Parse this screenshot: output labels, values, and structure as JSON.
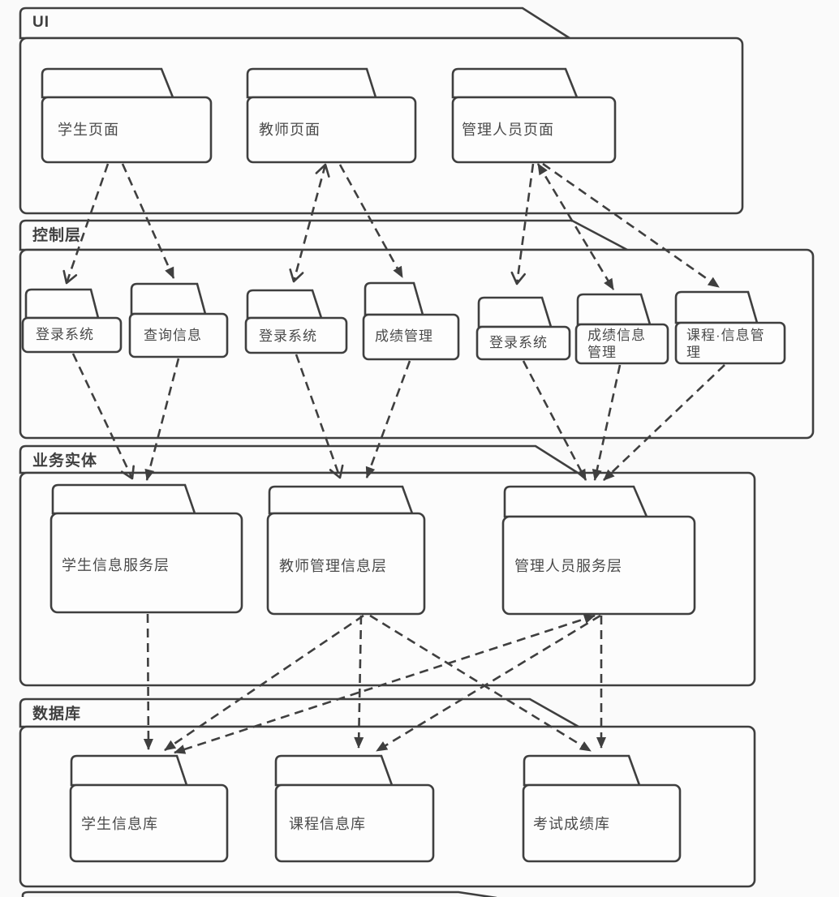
{
  "diagram": {
    "title": "UML package diagram - school management system layers",
    "colors": {
      "stroke": "#3f3f3f",
      "text": "#4a4a4a",
      "background": "#fafafa",
      "shape_fill": "#fcfcfc"
    },
    "layers": [
      {
        "label": "UI",
        "packages": [
          {
            "label": "学生页面"
          },
          {
            "label": "教师页面"
          },
          {
            "label": "管理人员页面"
          }
        ]
      },
      {
        "label": "控制层",
        "packages": [
          {
            "label": "登录系统"
          },
          {
            "label": "查询信息"
          },
          {
            "label": "登录系统"
          },
          {
            "label": "成绩管理"
          },
          {
            "label": "登录系统"
          },
          {
            "label": "成绩信息管理"
          },
          {
            "label": "课程·信息管理"
          }
        ]
      },
      {
        "label": "业务实体",
        "packages": [
          {
            "label": "学生信息服务层"
          },
          {
            "label": "教师管理信息层"
          },
          {
            "label": "管理人员服务层"
          }
        ]
      },
      {
        "label": "数据库",
        "packages": [
          {
            "label": "学生信息库"
          },
          {
            "label": "课程信息库"
          },
          {
            "label": "考试成绩库"
          }
        ]
      }
    ],
    "connections": [
      {
        "from": "学生页面",
        "to": "登录系统#1",
        "head": "open"
      },
      {
        "from": "学生页面",
        "to": "查询信息",
        "head": "solid"
      },
      {
        "from": "教师页面",
        "to": "登录系统#2",
        "head": "open-both"
      },
      {
        "from": "教师页面",
        "to": "成绩管理",
        "head": "solid"
      },
      {
        "from": "管理人员页面",
        "to": "登录系统#3",
        "head": "open"
      },
      {
        "from": "管理人员页面",
        "to": "成绩信息管理",
        "head": "solid-both"
      },
      {
        "from": "管理人员页面",
        "to": "课程·信息管理",
        "head": "solid"
      },
      {
        "from": "登录系统#1",
        "to": "学生信息服务层",
        "head": "open"
      },
      {
        "from": "查询信息",
        "to": "学生信息服务层",
        "head": "solid"
      },
      {
        "from": "登录系统#2",
        "to": "教师管理信息层",
        "head": "open"
      },
      {
        "from": "成绩管理",
        "to": "教师管理信息层",
        "head": "solid"
      },
      {
        "from": "登录系统#3",
        "to": "管理人员服务层",
        "head": "solid"
      },
      {
        "from": "成绩信息管理",
        "to": "管理人员服务层",
        "head": "solid"
      },
      {
        "from": "课程·信息管理",
        "to": "管理人员服务层",
        "head": "solid"
      },
      {
        "from": "学生信息服务层",
        "to": "学生信息库",
        "head": "solid"
      },
      {
        "from": "教师管理信息层",
        "to": "学生信息库",
        "head": "solid"
      },
      {
        "from": "教师管理信息层",
        "to": "课程信息库",
        "head": "solid"
      },
      {
        "from": "教师管理信息层",
        "to": "考试成绩库",
        "head": "solid"
      },
      {
        "from": "管理人员服务层",
        "to": "学生信息库",
        "head": "solid-both"
      },
      {
        "from": "管理人员服务层",
        "to": "课程信息库",
        "head": "solid"
      },
      {
        "from": "管理人员服务层",
        "to": "考试成绩库",
        "head": "solid"
      }
    ]
  }
}
